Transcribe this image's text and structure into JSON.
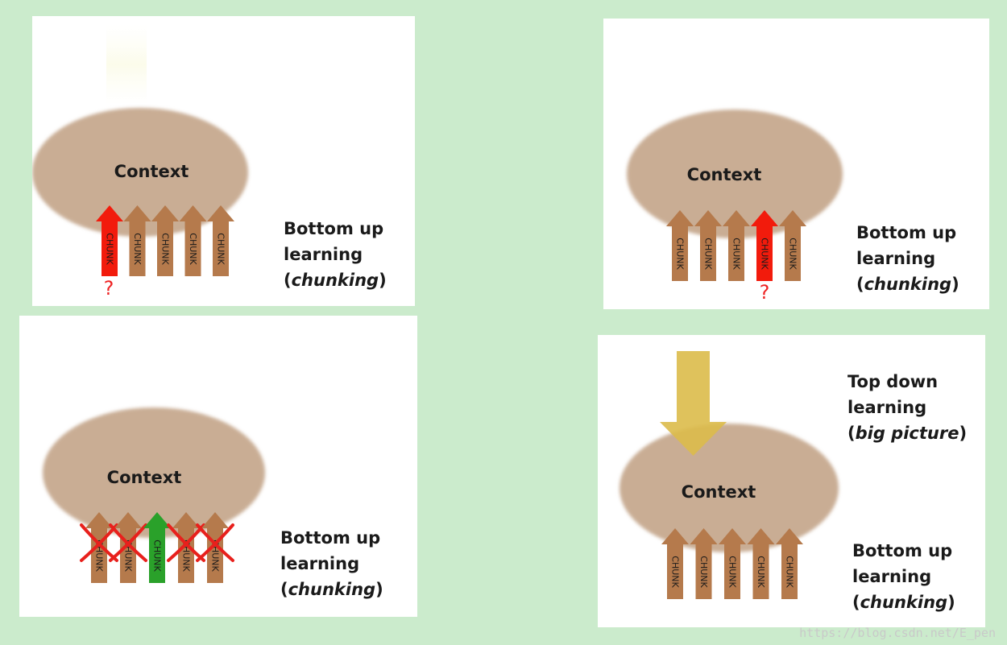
{
  "panels": [
    {
      "id": "top-left",
      "context_label": "Context",
      "chunks": [
        {
          "label": "CHUNK",
          "state": "highlight-red"
        },
        {
          "label": "CHUNK",
          "state": "normal"
        },
        {
          "label": "CHUNK",
          "state": "normal"
        },
        {
          "label": "CHUNK",
          "state": "normal"
        },
        {
          "label": "CHUNK",
          "state": "normal"
        }
      ],
      "question_mark": "?",
      "caption": {
        "line1": "Bottom up",
        "line2": "learning",
        "open": "(",
        "italic": "chunking",
        "close": ")"
      }
    },
    {
      "id": "top-right",
      "context_label": "Context",
      "chunks": [
        {
          "label": "CHUNK",
          "state": "normal"
        },
        {
          "label": "CHUNK",
          "state": "normal"
        },
        {
          "label": "CHUNK",
          "state": "normal"
        },
        {
          "label": "CHUNK",
          "state": "highlight-red"
        },
        {
          "label": "CHUNK",
          "state": "normal"
        }
      ],
      "question_mark": "?",
      "caption": {
        "line1": "Bottom up",
        "line2": "learning",
        "open": "(",
        "italic": "chunking",
        "close": ")"
      }
    },
    {
      "id": "bottom-left",
      "context_label": "Context",
      "chunks": [
        {
          "label": "CHUNK",
          "state": "crossed"
        },
        {
          "label": "CHUNK",
          "state": "crossed"
        },
        {
          "label": "CHUNK",
          "state": "highlight-green"
        },
        {
          "label": "CHUNK",
          "state": "crossed"
        },
        {
          "label": "CHUNK",
          "state": "crossed"
        }
      ],
      "caption": {
        "line1": "Bottom up",
        "line2": "learning",
        "open": "(",
        "italic": "chunking",
        "close": ")"
      }
    },
    {
      "id": "bottom-right",
      "context_label": "Context",
      "chunks": [
        {
          "label": "CHUNK",
          "state": "normal"
        },
        {
          "label": "CHUNK",
          "state": "normal"
        },
        {
          "label": "CHUNK",
          "state": "normal"
        },
        {
          "label": "CHUNK",
          "state": "normal"
        },
        {
          "label": "CHUNK",
          "state": "normal"
        }
      ],
      "top_caption": {
        "line1": "Top down",
        "line2": "learning",
        "open": "(",
        "italic": "big picture",
        "close": ")"
      },
      "caption": {
        "line1": "Bottom up",
        "line2": "learning",
        "open": "(",
        "italic": "chunking",
        "close": ")"
      }
    }
  ],
  "watermark": "https://blog.csdn.net/E_pen",
  "colors": {
    "background": "#cbebcc",
    "ellipse": "#c9ad94",
    "chunk_brown": "#b57a4c",
    "highlight_red": "#f21b0c",
    "highlight_green": "#2aa12a",
    "cross_red": "#e8201c",
    "top_down_arrow": "#dcbb4a"
  }
}
